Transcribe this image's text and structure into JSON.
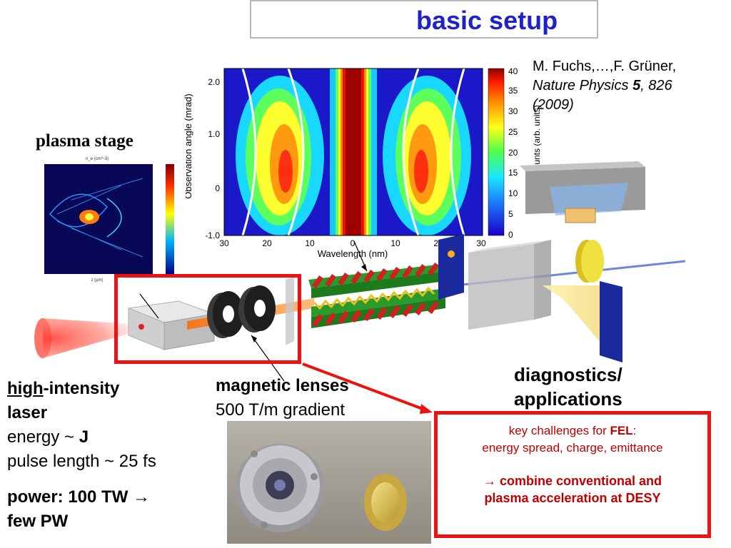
{
  "title": "basic setup",
  "citation": {
    "authors": "M. Fuchs,…,F. Grüner,",
    "journal": "Nature Physics",
    "volume": "5",
    "pages": ", 826",
    "year": "(2009)"
  },
  "plasma_label": "plasma stage",
  "laser": {
    "line1_bold_underlined": "high",
    "line1_rest": "-intensity",
    "line2": "laser",
    "line3_prefix": "energy ~ ",
    "line3_value": "J",
    "line4": "pulse length ~ 25 fs"
  },
  "power": {
    "line1": "power: 100 TW →",
    "line2": "few PW"
  },
  "lenses": {
    "line1": "magnetic lenses",
    "line2": "500 T/m gradient"
  },
  "diagnostics": {
    "line1": "diagnostics/",
    "line2": "applications"
  },
  "challenges": {
    "prefix": "key challenges for ",
    "fel": "FEL",
    "suffix": ":",
    "line2": "energy spread, charge, emittance"
  },
  "combine": {
    "line1": "→ combine conventional and",
    "line2": "plasma acceleration at DESY"
  },
  "spectrum_plot": {
    "ylabel": "Observation angle (mrad)",
    "xlabel": "Wavelength (nm)",
    "y_ticks": [
      "2.0",
      "1.0",
      "0",
      "-1.0"
    ],
    "x_ticks": [
      "30",
      "20",
      "10",
      "0",
      "10",
      "20",
      "30"
    ],
    "colorbar_label": "CCD counts (arb. units)",
    "colorbar_ticks": [
      "40",
      "35",
      "30",
      "25",
      "20",
      "15",
      "10",
      "5",
      "0"
    ]
  },
  "colors": {
    "title": "#1f22c8",
    "highlight_red": "#ee1111",
    "challenge_text": "#c00000"
  }
}
